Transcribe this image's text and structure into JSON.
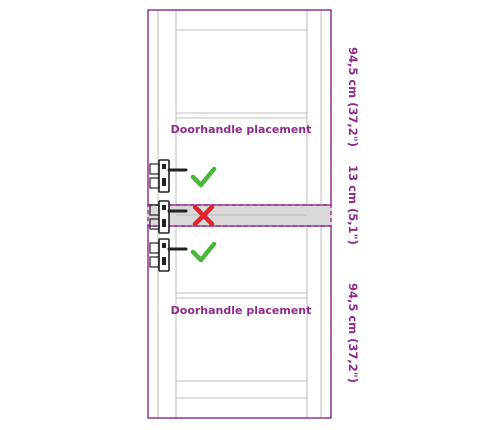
{
  "zones": {
    "top_label": "Doorhandle placement",
    "bottom_label": "Doorhandle placement"
  },
  "dimensions": {
    "top": "94,5 cm (37,2\")",
    "middle": "13 cm (5,1\")",
    "bottom": "94,5 cm (37,2\")"
  },
  "colors": {
    "accent": "#8e2a8a",
    "ok": "#49b83a",
    "bad": "#e3232e",
    "door_line": "#bdbdbd",
    "forbidden_fill": "#d9d9d9",
    "handle": "#222222"
  },
  "markers": {
    "top": "check-icon",
    "middle": "cross-icon",
    "bottom": "check-icon"
  }
}
